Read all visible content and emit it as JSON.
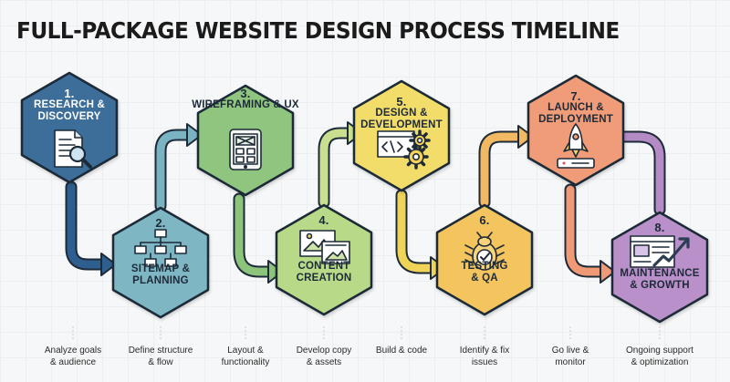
{
  "title": "FULL-PACKAGE WEBSITE DESIGN PROCESS TIMELINE",
  "steps": [
    {
      "number": "1.",
      "line1": "RESEARCH &",
      "line2": "DISCOVERY",
      "desc1": "Analyze goals",
      "desc2": "& audience",
      "color": "#3c6d99",
      "icon": "document-search-icon"
    },
    {
      "number": "2.",
      "line1": "SITEMAP &",
      "line2": "PLANNING",
      "desc1": "Define structure",
      "desc2": "& flow",
      "color": "#7fb6c4",
      "icon": "sitemap-icon"
    },
    {
      "number": "3.",
      "line1": "WIREFRAMING",
      "line2": "& UX",
      "desc1": "Layout &",
      "desc2": "functionality",
      "color": "#8fc57f",
      "icon": "wireframe-tablet-icon"
    },
    {
      "number": "4.",
      "line1": "CONTENT",
      "line2": "CREATION",
      "desc1": "Develop copy",
      "desc2": "& assets",
      "color": "#b8d987",
      "icon": "content-image-icon"
    },
    {
      "number": "5.",
      "line1": "DESIGN &",
      "line2": "DEVELOPMENT",
      "desc1": "Build & code",
      "desc2": "",
      "color": "#f2dc6a",
      "icon": "code-gear-icon"
    },
    {
      "number": "6.",
      "line1": "TESTING",
      "line2": "& QA",
      "desc1": "Identify & fix",
      "desc2": "issues",
      "color": "#f4c45f",
      "icon": "bug-check-icon"
    },
    {
      "number": "7.",
      "line1": "LAUNCH &",
      "line2": "DEPLOYMENT",
      "desc1": "Go live &",
      "desc2": "monitor",
      "color": "#f19c78",
      "icon": "rocket-server-icon"
    },
    {
      "number": "8.",
      "line1": "MAINTENANCE",
      "line2": "& GROWTH",
      "desc1": "Ongoing support",
      "desc2": "& optimization",
      "color": "#b990c9",
      "icon": "growth-chart-icon"
    }
  ],
  "colors": {
    "connector_1_2": "#2f5f8f",
    "connector_2_3": "#7ab3c1",
    "connector_3_4": "#8cc47b",
    "connector_4_5": "#c9df8f",
    "connector_5_6": "#f0d458",
    "connector_6_7": "#f3b962",
    "connector_7_8": "#ef9976",
    "connector_8_7": "#b48bc5",
    "outline": "#1d2a38"
  }
}
